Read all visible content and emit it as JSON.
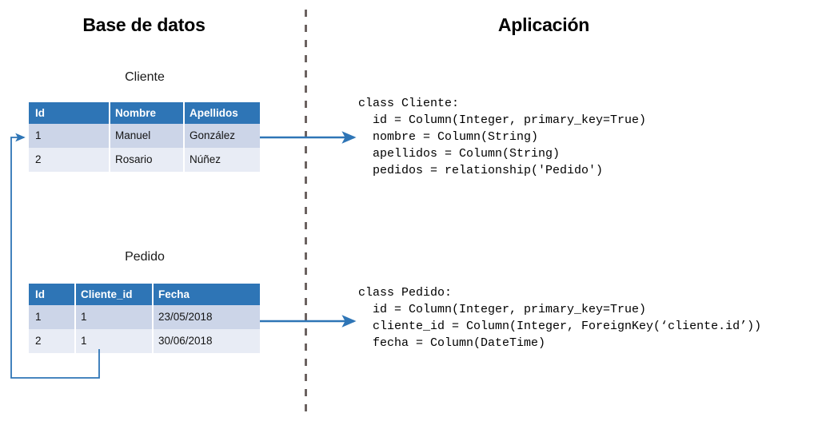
{
  "headings": {
    "database": "Base de datos",
    "application": "Aplicación"
  },
  "database": {
    "tables": [
      {
        "caption": "Cliente",
        "columns": [
          "Id",
          "Nombre",
          "Apellidos"
        ],
        "rows": [
          [
            "1",
            "Manuel",
            "González"
          ],
          [
            "2",
            "Rosario",
            "Núñez"
          ]
        ]
      },
      {
        "caption": "Pedido",
        "columns": [
          "Id",
          "Cliente_id",
          "Fecha"
        ],
        "rows": [
          [
            "1",
            "1",
            "23/05/2018"
          ],
          [
            "2",
            "1",
            "30/06/2018"
          ]
        ]
      }
    ]
  },
  "application": {
    "code_blocks": [
      {
        "name": "cliente-model",
        "text": "class Cliente:\n  id = Column(Integer, primary_key=True)\n  nombre = Column(String)\n  apellidos = Column(String)\n  pedidos = relationship('Pedido')"
      },
      {
        "name": "pedido-model",
        "text": "class Pedido:\n  id = Column(Integer, primary_key=True)\n  cliente_id = Column(Integer, ForeignKey(‘cliente.id’))\n  fecha = Column(DateTime)"
      }
    ]
  },
  "colors": {
    "header_blue": "#2e75b6",
    "row_odd": "#ccd5e8",
    "row_even": "#e8ecf5",
    "arrow_blue": "#2e75b6",
    "divider_gray": "#6b6260",
    "text_black": "#000000"
  }
}
